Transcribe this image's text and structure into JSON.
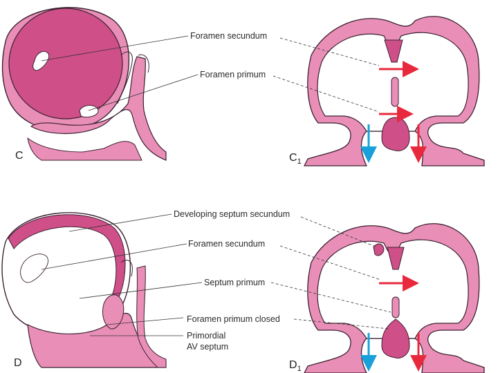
{
  "labels": {
    "foramen_secundum_top": "Foramen secundum",
    "foramen_primum_top": "Foramen primum",
    "developing_septum_secundum": "Developing septum secundum",
    "foramen_secundum_bottom": "Foramen secundum",
    "septum_primum": "Septum primum",
    "foramen_primum_closed": "Foramen primum closed",
    "primordial_av_septum_line1": "Primordial",
    "primordial_av_septum_line2": "AV septum"
  },
  "panels": {
    "c": "C",
    "c1_letter": "C",
    "c1_sub": "1",
    "d": "D",
    "d1_letter": "D",
    "d1_sub": "1"
  },
  "colors": {
    "tissue": "#e07aa8",
    "tissue_dark": "#b23f78",
    "chamber": "#c9457f",
    "outline": "#3a2030",
    "arrow_red": "#e8283c",
    "arrow_blue": "#18a0da"
  }
}
